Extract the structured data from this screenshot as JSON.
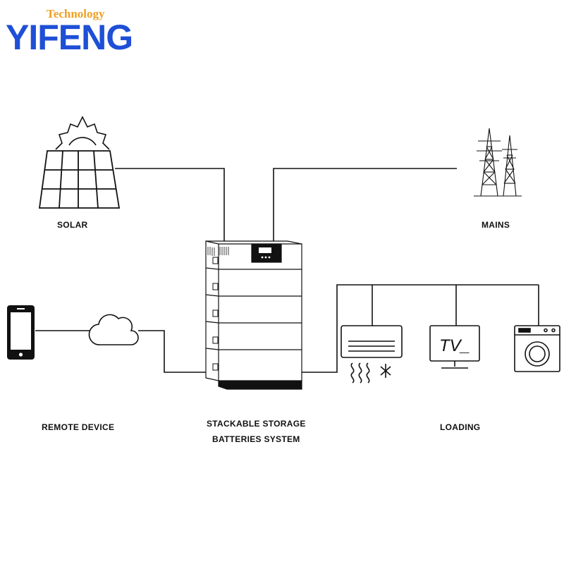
{
  "brand": {
    "subtitle": "Technology",
    "name": "YIFENG",
    "colors": {
      "name": "#1e4fd6",
      "subtitle": "#f0a020"
    }
  },
  "labels": {
    "solar": "SOLAR",
    "mains": "MAINS",
    "remote": "REMOTE DEVICE",
    "battery_line1": "STACKABLE STORAGE",
    "battery_line2": "BATTERIES SYSTEM",
    "loading": "LOADING"
  },
  "tv_text": "TV_",
  "icons": [
    "sun-icon",
    "solar-panel-icon",
    "power-tower-icon",
    "smartphone-icon",
    "cloud-icon",
    "battery-stack-icon",
    "air-conditioner-icon",
    "tv-icon",
    "washing-machine-icon"
  ],
  "colors": {
    "line": "#111111",
    "battery_base": "#111111"
  }
}
